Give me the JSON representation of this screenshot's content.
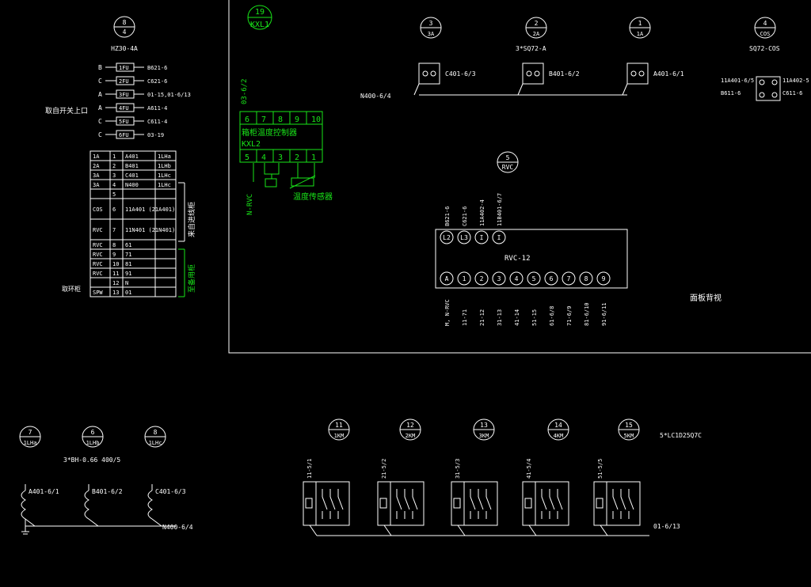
{
  "left_terminal": {
    "bubble_top": "8",
    "bubble_bottom": "4",
    "device_label": "HZ30-4A",
    "switch_note": "取自开关上口",
    "switch_rows": [
      {
        "phase": "B",
        "tag": "1FU",
        "ref": "B621-6"
      },
      {
        "phase": "C",
        "tag": "2FU",
        "ref": "C621-6"
      },
      {
        "phase": "A",
        "tag": "3FU",
        "ref": "01-15,01-6/13"
      },
      {
        "phase": "A",
        "tag": "4FU",
        "ref": "A611-4"
      },
      {
        "phase": "C",
        "tag": "5FU",
        "ref": "C611-4"
      },
      {
        "phase": "C",
        "tag": "6FU",
        "ref": "03-19"
      }
    ],
    "table": [
      [
        "1A",
        "1",
        "A401",
        "1LHa"
      ],
      [
        "2A",
        "2",
        "B401",
        "1LHb"
      ],
      [
        "3A",
        "3",
        "C401",
        "1LHc"
      ],
      [
        "3A",
        "4",
        "N400",
        "1LHc"
      ],
      [
        "",
        "5",
        "",
        ""
      ],
      [
        "COS",
        "6",
        "11A401 (21A401)",
        ""
      ],
      [
        "RVC",
        "7",
        "11N401 (21N401)",
        ""
      ],
      [
        "RVC",
        "8",
        "61",
        ""
      ],
      [
        "RVC",
        "9",
        "71",
        ""
      ],
      [
        "RVC",
        "10",
        "81",
        ""
      ],
      [
        "RVC",
        "11",
        "91",
        ""
      ],
      [
        "",
        "12",
        "N",
        ""
      ],
      [
        "SPW",
        "13",
        "01",
        ""
      ]
    ],
    "side_note_a": "来自进线柜",
    "side_note_b": "至备用柜",
    "row_note": "取环柜"
  },
  "kxl": {
    "bubble_top": "19",
    "bubble_bottom": "KXL1",
    "side_ref": "03-6/2",
    "top_terms": [
      "6",
      "7",
      "8",
      "9",
      "10"
    ],
    "bottom_terms": [
      "5",
      "4",
      "3",
      "2",
      "1"
    ],
    "title": "箱柜温度控制器",
    "code": "KXL2",
    "left_label": "N-RVC",
    "sensor_label": "温度传感器"
  },
  "top_contacts": {
    "bubbles": [
      {
        "top": "3",
        "bottom": "3A"
      },
      {
        "top": "2",
        "bottom": "2A"
      },
      {
        "top": "1",
        "bottom": "1A"
      },
      {
        "top": "4",
        "bottom": "COS"
      }
    ],
    "device_label": "3*SQ72-A",
    "cos_label": "SQ72-COS",
    "contacts": [
      "C401-6/3",
      "B401-6/2",
      "A401-6/1"
    ],
    "bus_label": "N400-6/4",
    "cos_terms": [
      "11A401-6/5",
      "B611-6",
      "11A402-5",
      "C611-6"
    ]
  },
  "rvc": {
    "bubble_top": "5",
    "bubble_bottom": "RVC",
    "model": "RVC-12",
    "top_terms": [
      "L2",
      "L3",
      "I",
      "I"
    ],
    "top_refs": [
      "B621-6",
      "C621-6",
      "11A402-4",
      "11B401-6/7"
    ],
    "bottom_terms": [
      "A",
      "1",
      "2",
      "3",
      "4",
      "5",
      "6",
      "7",
      "8",
      "9"
    ],
    "bottom_refs": [
      "M, N-RVC",
      "11-71",
      "21-12",
      "31-13",
      "41-14",
      "51-15",
      "61-6/8",
      "71-6/9",
      "81-6/10",
      "91-6/11"
    ],
    "view_label": "面板背视"
  },
  "ct": {
    "bubbles": [
      {
        "top": "7",
        "bottom": "1LHa"
      },
      {
        "top": "6",
        "bottom": "1LHb"
      },
      {
        "top": "8",
        "bottom": "1LHc"
      }
    ],
    "device_label": "3*BH-0.66 400/5",
    "coils": [
      "A401-6/1",
      "B401-6/2",
      "C401-6/3"
    ],
    "neutral_label": "N400-6/4"
  },
  "contactors": {
    "bubbles": [
      {
        "top": "11",
        "bottom": "1KM"
      },
      {
        "top": "12",
        "bottom": "2KM"
      },
      {
        "top": "13",
        "bottom": "3KM"
      },
      {
        "top": "14",
        "bottom": "4KM"
      },
      {
        "top": "15",
        "bottom": "5KM"
      }
    ],
    "device_label": "5*LC1D25Q7C",
    "refs": [
      "11-5/1",
      "21-5/2",
      "31-5/3",
      "41-5/4",
      "51-5/5"
    ],
    "common_label": "01-6/13"
  }
}
